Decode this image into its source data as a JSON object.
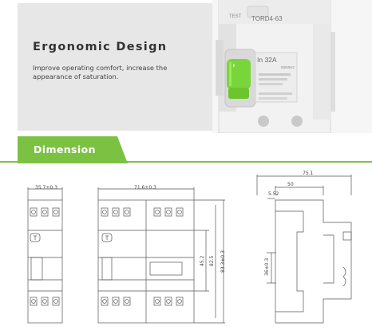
{
  "feature": {
    "title": "Ergonomic Design",
    "description": "Improve operating comfort, increase the appearance of saturation."
  },
  "product_photo": {
    "test_label": "TEST",
    "model": "TORD4-63",
    "rating": "In 32A",
    "frequency": "50/60Hz"
  },
  "section": {
    "title": "Dimension"
  },
  "dimensions": {
    "front_single_width": "35.7±0.3",
    "front_four_width": "71.6±0.3",
    "height_inner": "45.2",
    "height_mid": "82.5",
    "height_total": "83.3±0.3",
    "side_depth": "75.1",
    "side_depth_inner": "50",
    "side_step": "5.52",
    "side_rail": "36±0.3"
  },
  "colors": {
    "accent_green": "#7cc242",
    "lever_green": "#79d63a",
    "panel_gray": "#e7e7e7"
  }
}
